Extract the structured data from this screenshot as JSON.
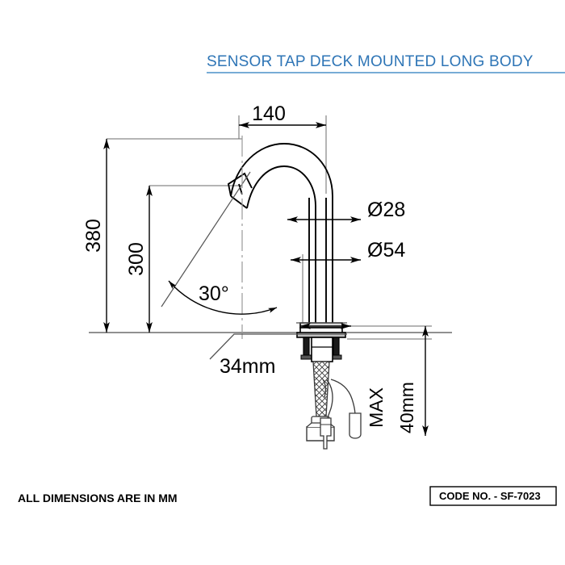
{
  "title": {
    "text": "SENSOR TAP DECK MOUNTED LONG BODY",
    "color": "#2E75B6",
    "underline_color": "#4A90C8"
  },
  "drawing": {
    "subject": "sensor-tap-deck-mounted-long-body",
    "line_color": "#000000",
    "dimension_line_color": "#595959"
  },
  "dimensions": {
    "spout_reach": "140",
    "total_height": "380",
    "spout_height": "300",
    "nozzle_angle": "30°",
    "spout_diameter": "Ø28",
    "body_diameter": "Ø54",
    "hole_size": "34mm",
    "deck_max_label": "MAX",
    "deck_max_value": "40mm"
  },
  "notes": {
    "units": "ALL DIMENSIONS ARE IN MM"
  },
  "code_block": {
    "label": "CODE NO. - SF-7023"
  }
}
